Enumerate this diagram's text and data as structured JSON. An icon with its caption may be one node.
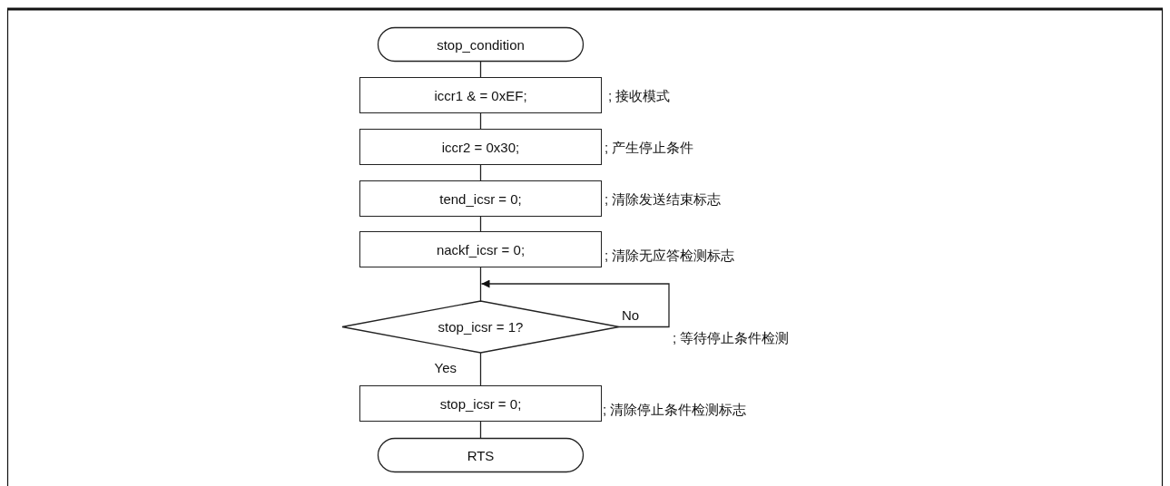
{
  "diagram": {
    "nodes": [
      {
        "text": [
          "stop_condition"
        ]
      },
      {
        "text": [
          "iccr1 & = 0xEF;"
        ],
        "beside": [
          "; 接收模式"
        ]
      },
      {
        "text": [
          "iccr2 = 0x30;"
        ],
        "beside": [
          "; 产生停止条件"
        ]
      },
      {
        "text": [
          "tend_icsr = 0;"
        ],
        "beside": [
          "; 清除发送结束标志"
        ]
      },
      {
        "text": [
          "nackf_icsr = 0;"
        ],
        "beside": [
          "; 清除无应答检测标志"
        ]
      },
      {
        "text": [
          "stop_icsr = 1?"
        ],
        "beside": [
          "; 等待停止条件检测"
        ]
      },
      {
        "text": [
          "stop_icsr = 0;"
        ],
        "beside": [
          "; 清除停止条件检测标志"
        ]
      },
      {
        "text": [
          "RTS"
        ]
      }
    ],
    "edges": [
      {
        "from": 0,
        "to": 1,
        "arrow": "none"
      },
      {
        "from": 1,
        "to": 2,
        "arrow": "none"
      },
      {
        "from": 2,
        "to": 3,
        "arrow": "none"
      },
      {
        "from": 3,
        "to": 4,
        "arrow": "none"
      },
      {
        "from": 4,
        "to": 5,
        "arrow": "none"
      },
      {
        "from": 5,
        "to": 5,
        "arrow": "to",
        "label": "No"
      },
      {
        "from": 5,
        "to": 6,
        "arrow": "none",
        "label": "Yes"
      },
      {
        "from": 6,
        "to": 7,
        "arrow": "none"
      }
    ]
  }
}
